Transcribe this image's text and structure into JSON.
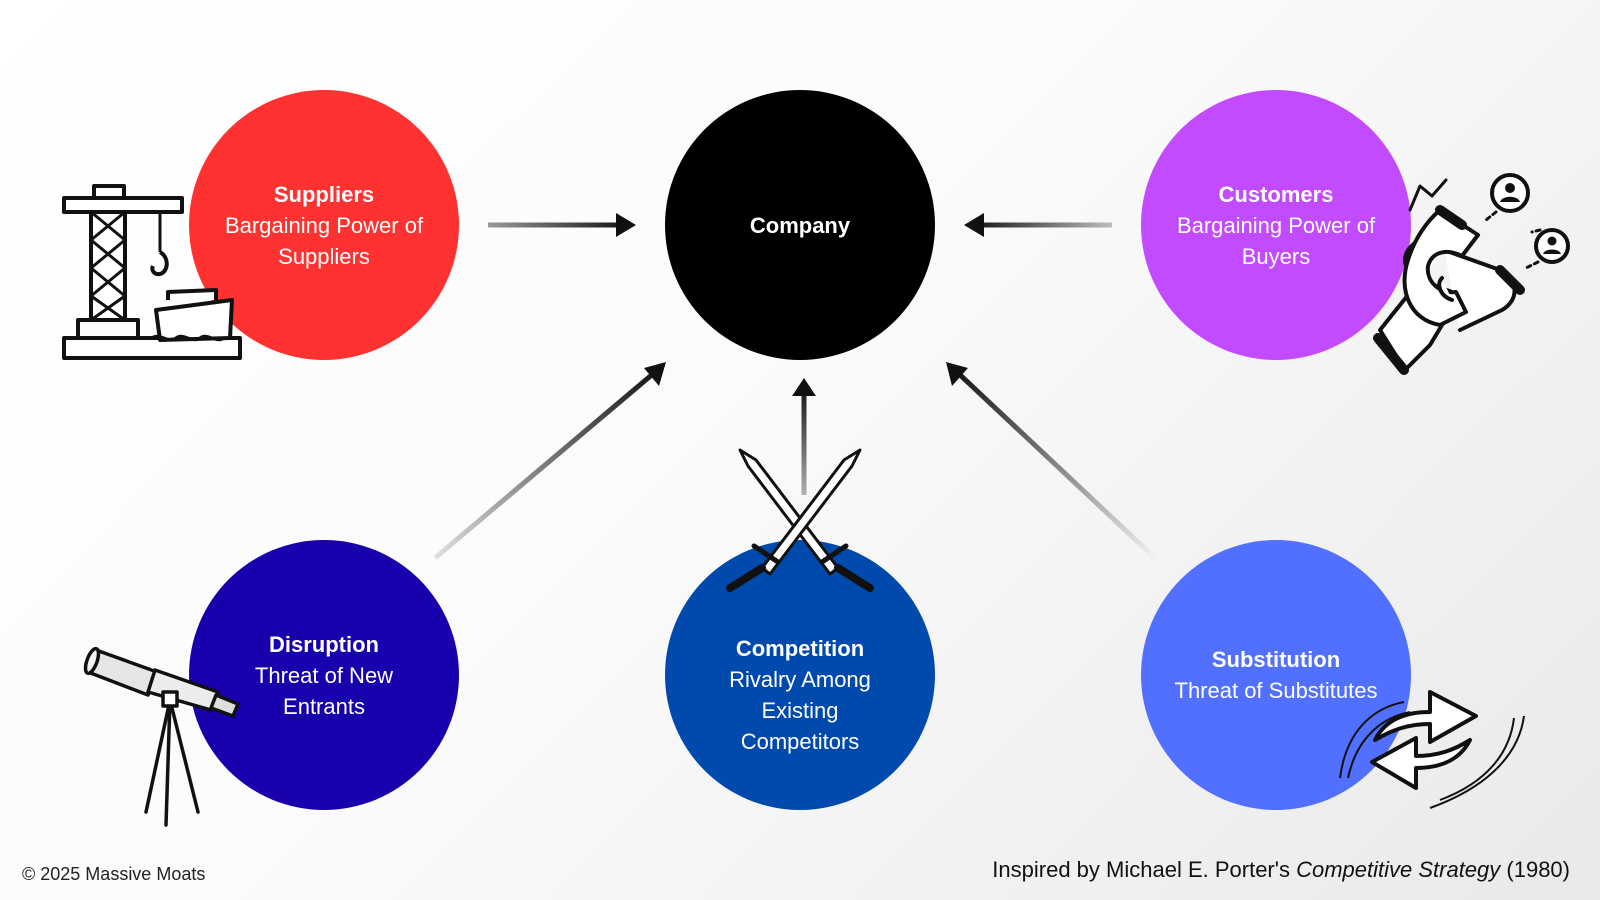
{
  "nodes": {
    "company": {
      "title": "Company"
    },
    "suppliers": {
      "title": "Suppliers",
      "subtitle": "Bargaining Power of Suppliers"
    },
    "customers": {
      "title": "Customers",
      "subtitle": "Bargaining Power of Buyers"
    },
    "disruption": {
      "title": "Disruption",
      "subtitle": "Threat of New Entrants"
    },
    "competition": {
      "title": "Competition",
      "subtitle": "Rivalry Among Existing Competitors"
    },
    "substitution": {
      "title": "Substitution",
      "subtitle": "Threat of Substitutes"
    }
  },
  "footer": {
    "copyright": "© 2025 Massive Moats",
    "credit_prefix": "Inspired by Michael E. Porter's ",
    "credit_book": "Competitive Strategy",
    "credit_suffix": " (1980)"
  },
  "colors": {
    "company": "#000000",
    "suppliers": "#ff3131",
    "customers": "#c34bff",
    "disruption": "#1800ad",
    "competition": "#004aad",
    "substitution": "#5170ff"
  },
  "icons": [
    "crane-ship-icon",
    "magnet-hand-icon",
    "telescope-icon",
    "crossed-swords-icon",
    "swap-arrows-icon"
  ]
}
